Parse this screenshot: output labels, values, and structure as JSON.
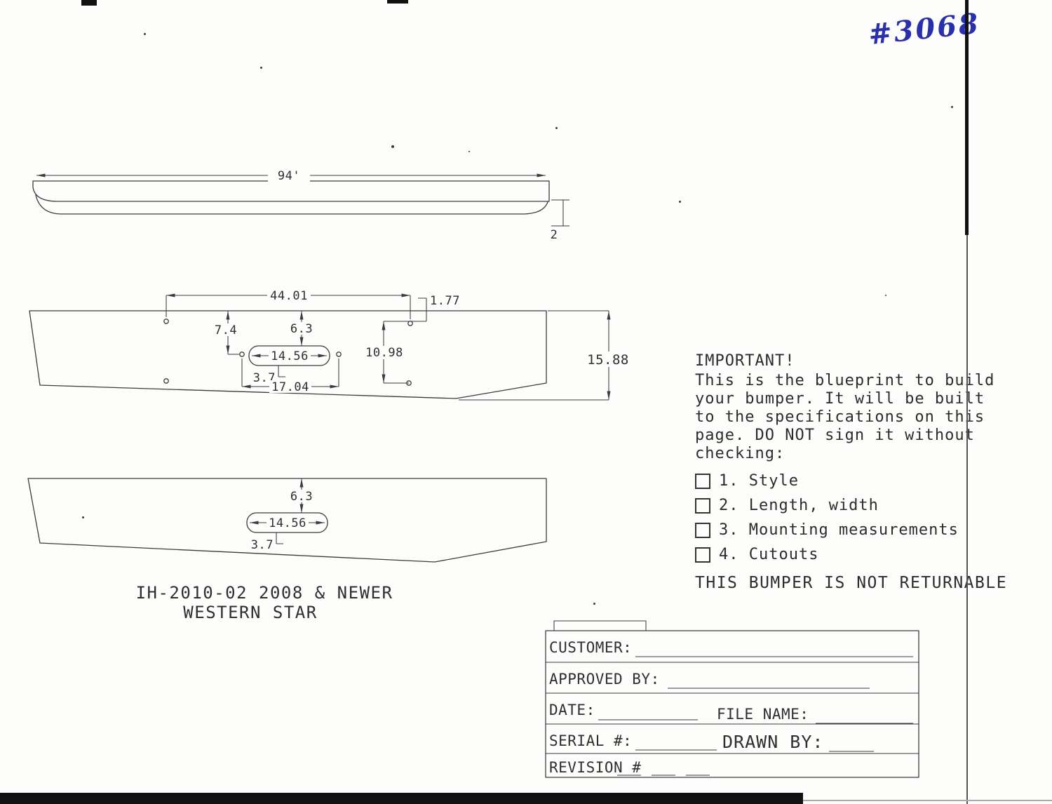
{
  "meta": {
    "doc_number": "#3068"
  },
  "top_view": {
    "length_label": "94'",
    "thickness_label": "2"
  },
  "front_view": {
    "dim_44_01": "44.01",
    "dim_1_77": "1.77",
    "dim_7_4": "7.4",
    "dim_6_3": "6.3",
    "dim_10_98": "10.98",
    "dim_14_56": "14.56",
    "dim_3_7": "3.7",
    "dim_17_04": "17.04",
    "dim_15_88": "15.88"
  },
  "bottom_view": {
    "dim_6_3": "6.3",
    "dim_14_56": "14.56",
    "dim_3_7": "3.7",
    "caption_line1": "IH-2010-02 2008 & NEWER",
    "caption_line2": "WESTERN STAR"
  },
  "notice": {
    "title": "IMPORTANT!",
    "body_lines": [
      "This is the blueprint to build",
      "your bumper. It will be built",
      "to the specifications on this",
      "page. DO NOT sign it without",
      "checking:"
    ],
    "checklist": [
      {
        "label": "1. Style"
      },
      {
        "label": "2. Length, width"
      },
      {
        "label": "3. Mounting measurements"
      },
      {
        "label": "4. Cutouts"
      }
    ],
    "footer": "THIS BUMPER IS NOT RETURNABLE"
  },
  "form": {
    "customer_label": "CUSTOMER:",
    "approved_label": "APPROVED BY:",
    "date_label": "DATE:",
    "file_name_label": "FILE NAME:",
    "serial_label": "SERIAL #:",
    "drawn_label": "DRAWN BY:",
    "revision_label": "REVISION #"
  }
}
